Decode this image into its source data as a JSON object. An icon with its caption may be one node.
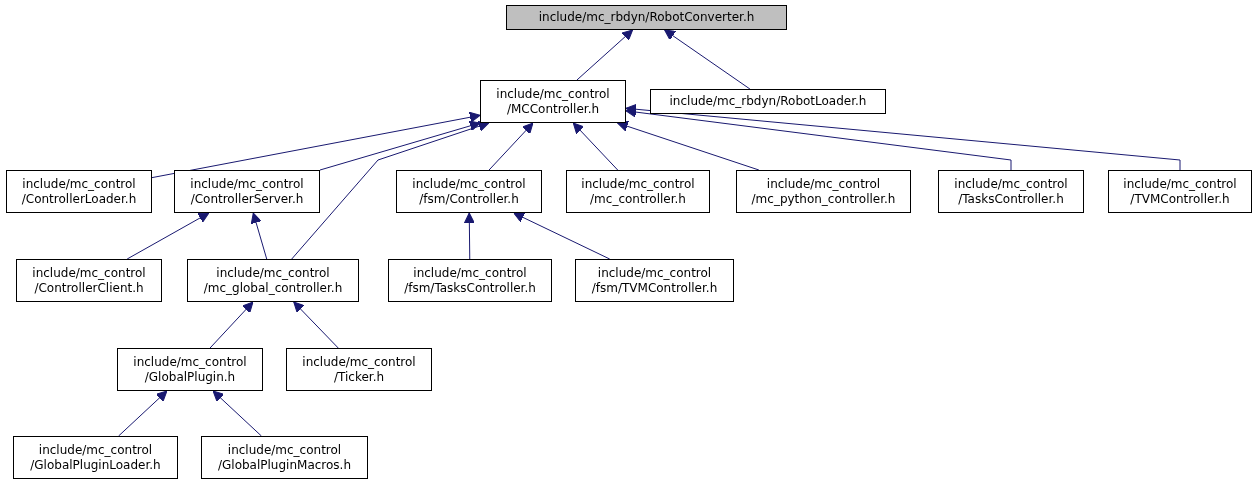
{
  "diagram": {
    "nodes": [
      {
        "text": [
          "include/mc_rbdyn/RobotConverter.h"
        ]
      },
      {
        "text": [
          "include/mc_control /MCController.h"
        ]
      },
      {
        "text": [
          "include/mc_rbdyn/RobotLoader.h"
        ]
      },
      {
        "text": [
          "include/mc_control /ControllerLoader.h"
        ]
      },
      {
        "text": [
          "include/mc_control /ControllerServer.h"
        ]
      },
      {
        "text": [
          "include/mc_control /fsm/Controller.h"
        ]
      },
      {
        "text": [
          "include/mc_control /mc_controller.h"
        ]
      },
      {
        "text": [
          "include/mc_control /mc_python_controller.h"
        ]
      },
      {
        "text": [
          "include/mc_control /TasksController.h"
        ]
      },
      {
        "text": [
          "include/mc_control /TVMController.h"
        ]
      },
      {
        "text": [
          "include/mc_control /ControllerClient.h"
        ]
      },
      {
        "text": [
          "include/mc_control /mc_global_controller.h"
        ]
      },
      {
        "text": [
          "include/mc_control /fsm/TasksController.h"
        ]
      },
      {
        "text": [
          "include/mc_control /fsm/TVMController.h"
        ]
      },
      {
        "text": [
          "include/mc_control /GlobalPlugin.h"
        ]
      },
      {
        "text": [
          "include/mc_control /Ticker.h"
        ]
      },
      {
        "text": [
          "include/mc_control /GlobalPluginLoader.h"
        ]
      },
      {
        "text": [
          "include/mc_control /GlobalPluginMacros.h"
        ]
      }
    ],
    "edges": [
      {
        "from": 1,
        "to": 0,
        "arrow": "to"
      },
      {
        "from": 2,
        "to": 0,
        "arrow": "to"
      },
      {
        "from": 3,
        "to": 1,
        "arrow": "to"
      },
      {
        "from": 4,
        "to": 1,
        "arrow": "to"
      },
      {
        "from": 11,
        "to": 1,
        "arrow": "to"
      },
      {
        "from": 5,
        "to": 1,
        "arrow": "to"
      },
      {
        "from": 6,
        "to": 1,
        "arrow": "to"
      },
      {
        "from": 7,
        "to": 1,
        "arrow": "to"
      },
      {
        "from": 8,
        "to": 1,
        "arrow": "to"
      },
      {
        "from": 9,
        "to": 1,
        "arrow": "to"
      },
      {
        "from": 10,
        "to": 4,
        "arrow": "to"
      },
      {
        "from": 11,
        "to": 4,
        "arrow": "to"
      },
      {
        "from": 12,
        "to": 5,
        "arrow": "to"
      },
      {
        "from": 13,
        "to": 5,
        "arrow": "to"
      },
      {
        "from": 14,
        "to": 11,
        "arrow": "to"
      },
      {
        "from": 15,
        "to": 11,
        "arrow": "to"
      },
      {
        "from": 16,
        "to": 14,
        "arrow": "to"
      },
      {
        "from": 17,
        "to": 14,
        "arrow": "to"
      }
    ]
  }
}
